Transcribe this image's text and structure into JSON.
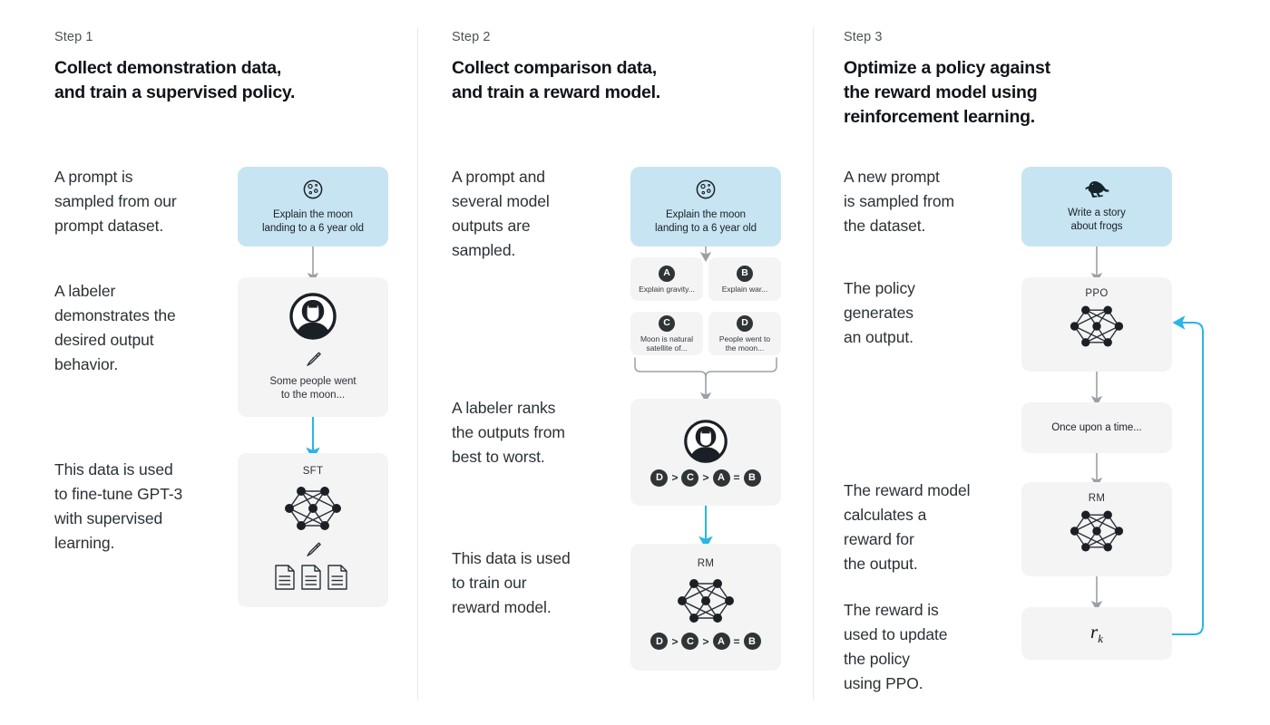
{
  "steps": [
    {
      "label": "Step 1",
      "title": "Collect demonstration data,\nand train a supervised policy.",
      "paragraphs": [
        "A prompt is\nsampled from our\nprompt dataset.",
        "A labeler\ndemonstrates the\ndesired output\nbehavior.",
        "This data is used\nto fine-tune GPT-3\nwith supervised\nlearning."
      ],
      "cards": {
        "prompt": {
          "icon": "moon-icon",
          "text": "Explain the moon\nlanding to a 6 year old"
        },
        "labeler": {
          "icon": "labeler-avatar-icon",
          "caption": "Some people went\nto the moon..."
        },
        "sft": {
          "label": "SFT",
          "icon": "neural-network-icon",
          "docs_icon": "documents-icon"
        }
      }
    },
    {
      "label": "Step 2",
      "title": "Collect comparison data,\nand train a reward model.",
      "paragraphs": [
        "A prompt and\nseveral model\noutputs are\nsampled.",
        "A labeler ranks\nthe outputs from\nbest to worst.",
        "This data is used\nto train our\nreward model."
      ],
      "cards": {
        "prompt": {
          "icon": "moon-icon",
          "text": "Explain the moon\nlanding to a 6 year old"
        },
        "options": [
          {
            "badge": "A",
            "text": "Explain gravity..."
          },
          {
            "badge": "B",
            "text": "Explain war..."
          },
          {
            "badge": "C",
            "text": "Moon is natural\nsatellite of..."
          },
          {
            "badge": "D",
            "text": "People went to\nthe moon..."
          }
        ],
        "ranking_labeler": {
          "icon": "labeler-avatar-icon"
        },
        "rm": {
          "label": "RM",
          "icon": "neural-network-icon"
        },
        "ranking": [
          {
            "badge": "D"
          },
          {
            "op": ">"
          },
          {
            "badge": "C"
          },
          {
            "op": ">"
          },
          {
            "badge": "A"
          },
          {
            "op": "="
          },
          {
            "badge": "B"
          }
        ]
      }
    },
    {
      "label": "Step 3",
      "title": "Optimize a policy against\nthe reward model using\nreinforcement learning.",
      "paragraphs": [
        "A new prompt\nis sampled from\nthe dataset.",
        "The policy\ngenerates\nan output.",
        "The reward model\ncalculates a\nreward for\nthe output.",
        "The reward is\nused to update\nthe policy\nusing PPO."
      ],
      "cards": {
        "prompt": {
          "icon": "frog-icon",
          "text": "Write a story\nabout frogs"
        },
        "ppo": {
          "label": "PPO",
          "icon": "neural-network-icon"
        },
        "output": {
          "text": "Once upon a time..."
        },
        "rm": {
          "label": "RM",
          "icon": "neural-network-icon"
        },
        "reward": {
          "symbol": "r",
          "subscript": "k"
        }
      }
    }
  ],
  "colors": {
    "prompt_card_blue": "#c7e4f2",
    "card_gray": "#f4f4f5",
    "arrow_gray": "#9aa0a6",
    "arrow_blue": "#29b5e8",
    "badge_dark": "#2f3437",
    "divider": "#e6e8ec",
    "text_primary": "#1a1a1a"
  }
}
